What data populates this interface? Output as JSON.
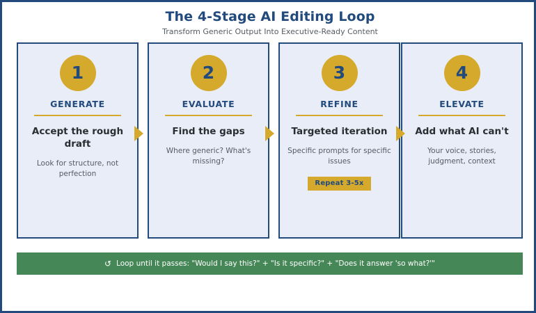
{
  "header": {
    "title": "The 4-Stage AI Editing Loop",
    "subtitle": "Transform Generic Output Into Executive-Ready Content"
  },
  "colors": {
    "navy": "#234a7d",
    "gold": "#d4a92c",
    "card_bg": "#e8edf7",
    "green": "#468757",
    "heading_text": "#2a2e33",
    "body_text": "#555b63",
    "page_bg": "#ffffff"
  },
  "stages": [
    {
      "number": "1",
      "label": "GENERATE",
      "heading": "Accept the rough draft",
      "description": "Look for structure, not perfection",
      "badge": ""
    },
    {
      "number": "2",
      "label": "EVALUATE",
      "heading": "Find the gaps",
      "description": "Where generic? What's missing?",
      "badge": ""
    },
    {
      "number": "3",
      "label": "REFINE",
      "heading": "Targeted iteration",
      "description": "Specific prompts for specific issues",
      "badge": "Repeat 3-5x"
    },
    {
      "number": "4",
      "label": "ELEVATE",
      "heading": "Add what AI can't",
      "description": "Your voice, stories, judgment, context",
      "badge": ""
    }
  ],
  "connectors": {
    "icon_name": "arrow-right-triangle",
    "count": 3
  },
  "footer": {
    "loop_icon": "↺",
    "text": "Loop until it passes: \"Would I say this?\" + \"Is it specific?\" + \"Does it answer 'so what?'\""
  }
}
